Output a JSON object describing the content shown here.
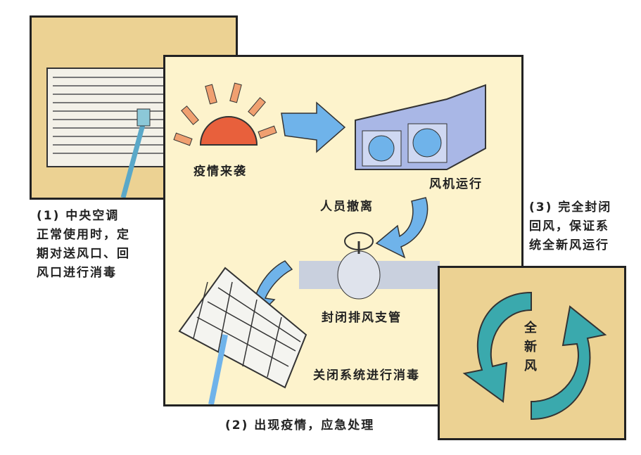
{
  "panel1": {
    "caption": [
      "(1) 中央空调",
      "正常使用时，定",
      "期对送风口、回",
      "风口进行消毒"
    ]
  },
  "panel2": {
    "labels": {
      "epidemic": "疫情来袭",
      "fan": "风机运行",
      "evacuate": "人员撤离",
      "close_branch": "封闭排风支管",
      "disinfect": "关闭系统进行消毒"
    },
    "caption": "(2) 出现疫情，应急处理"
  },
  "panel3": {
    "caption": [
      "(3) 完全封闭",
      "回风，保证系",
      "统全新风运行"
    ],
    "center_label": [
      "全",
      "新",
      "风"
    ]
  },
  "colors": {
    "tan": "#ecd293",
    "cream": "#fdf3cc",
    "arrow_blue": "#6fb3ea",
    "teal": "#3aa9ad",
    "sun_red": "#e8603c"
  }
}
